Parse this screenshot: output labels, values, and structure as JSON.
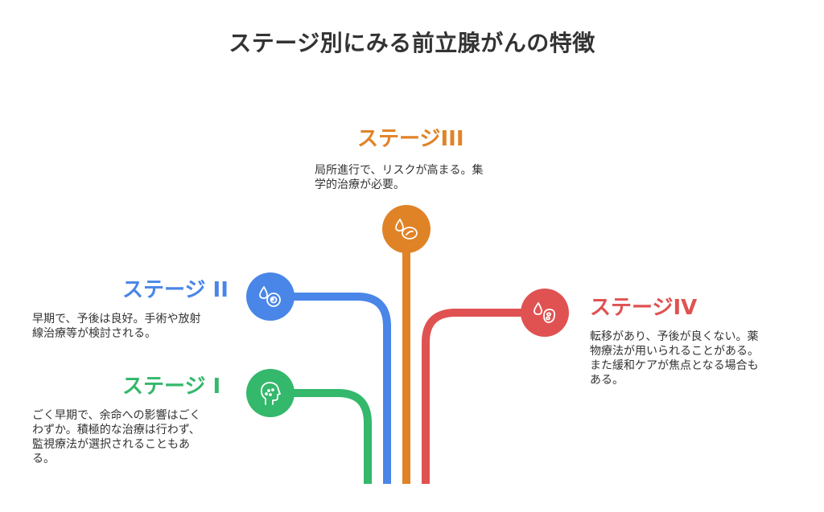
{
  "title": "ステージ別にみる前立腺がんの特徴",
  "stages": [
    {
      "key": "stage1",
      "title": "ステージ I",
      "desc_lines": [
        "ごく早期で、余命への影響はごく",
        "わずか。積極的な治療は行わず、",
        "監視療法が選択されることもあ",
        "る。"
      ],
      "color": "#34b86b",
      "icon": "head-profile-icon"
    },
    {
      "key": "stage2",
      "title": "ステージ II",
      "desc_lines": [
        "早期で、予後は良好。手術や放射",
        "線治療等が検討される。"
      ],
      "color": "#4a86e8",
      "icon": "cell-drop-icon"
    },
    {
      "key": "stage3",
      "title": "ステージIII",
      "desc_lines": [
        "局所進行で、リスクが高まる。集",
        "学的治療が必要。"
      ],
      "color": "#e08327",
      "icon": "pill-drop-icon"
    },
    {
      "key": "stage4",
      "title": "ステージIV",
      "desc_lines": [
        "転移があり、予後が良くない。薬",
        "物療法が用いられることがある。",
        "また緩和ケアが焦点となる場合も",
        "ある。"
      ],
      "color": "#e05252",
      "icon": "organ-drop-icon"
    }
  ]
}
